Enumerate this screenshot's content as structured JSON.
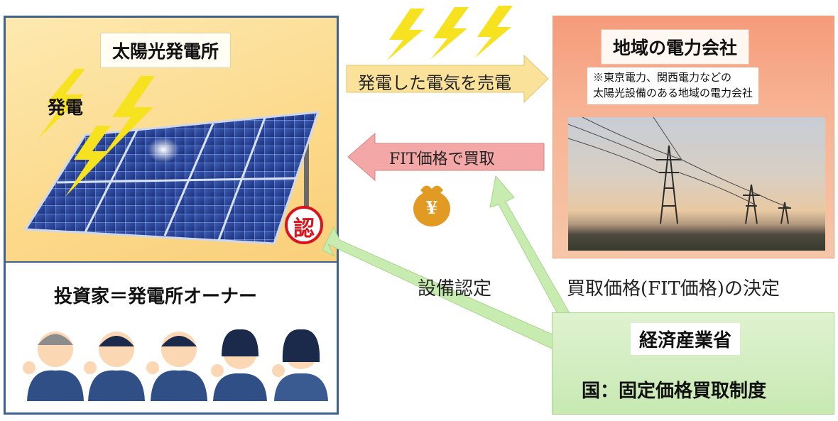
{
  "solar_plant": {
    "title": "太陽光発電所",
    "generation_label": "発電",
    "certification_mark": "認"
  },
  "owner": {
    "title": "投資家＝発電所オーナー"
  },
  "utility": {
    "title": "地域の電力会社",
    "note_line1": "※東京電力、関西電力などの",
    "note_line2": "太陽光設備のある地域の電力会社"
  },
  "arrows": {
    "sell_label": "発電した電気を売電",
    "buy_label": "FIT価格で買取",
    "certification_label": "設備認定",
    "price_decision_label": "買取価格(FIT価格)の決定"
  },
  "money_bag_symbol": "¥",
  "meti": {
    "title": "経済産業省",
    "subtitle": "国：固定価格買取制度"
  },
  "colors": {
    "panel_frame": "#3e628f",
    "sell_arrow": "#fbe29b",
    "buy_arrow": "#f4a7a7",
    "green_arrow": "#c8ecb0",
    "lightning": "#f7e21f"
  }
}
